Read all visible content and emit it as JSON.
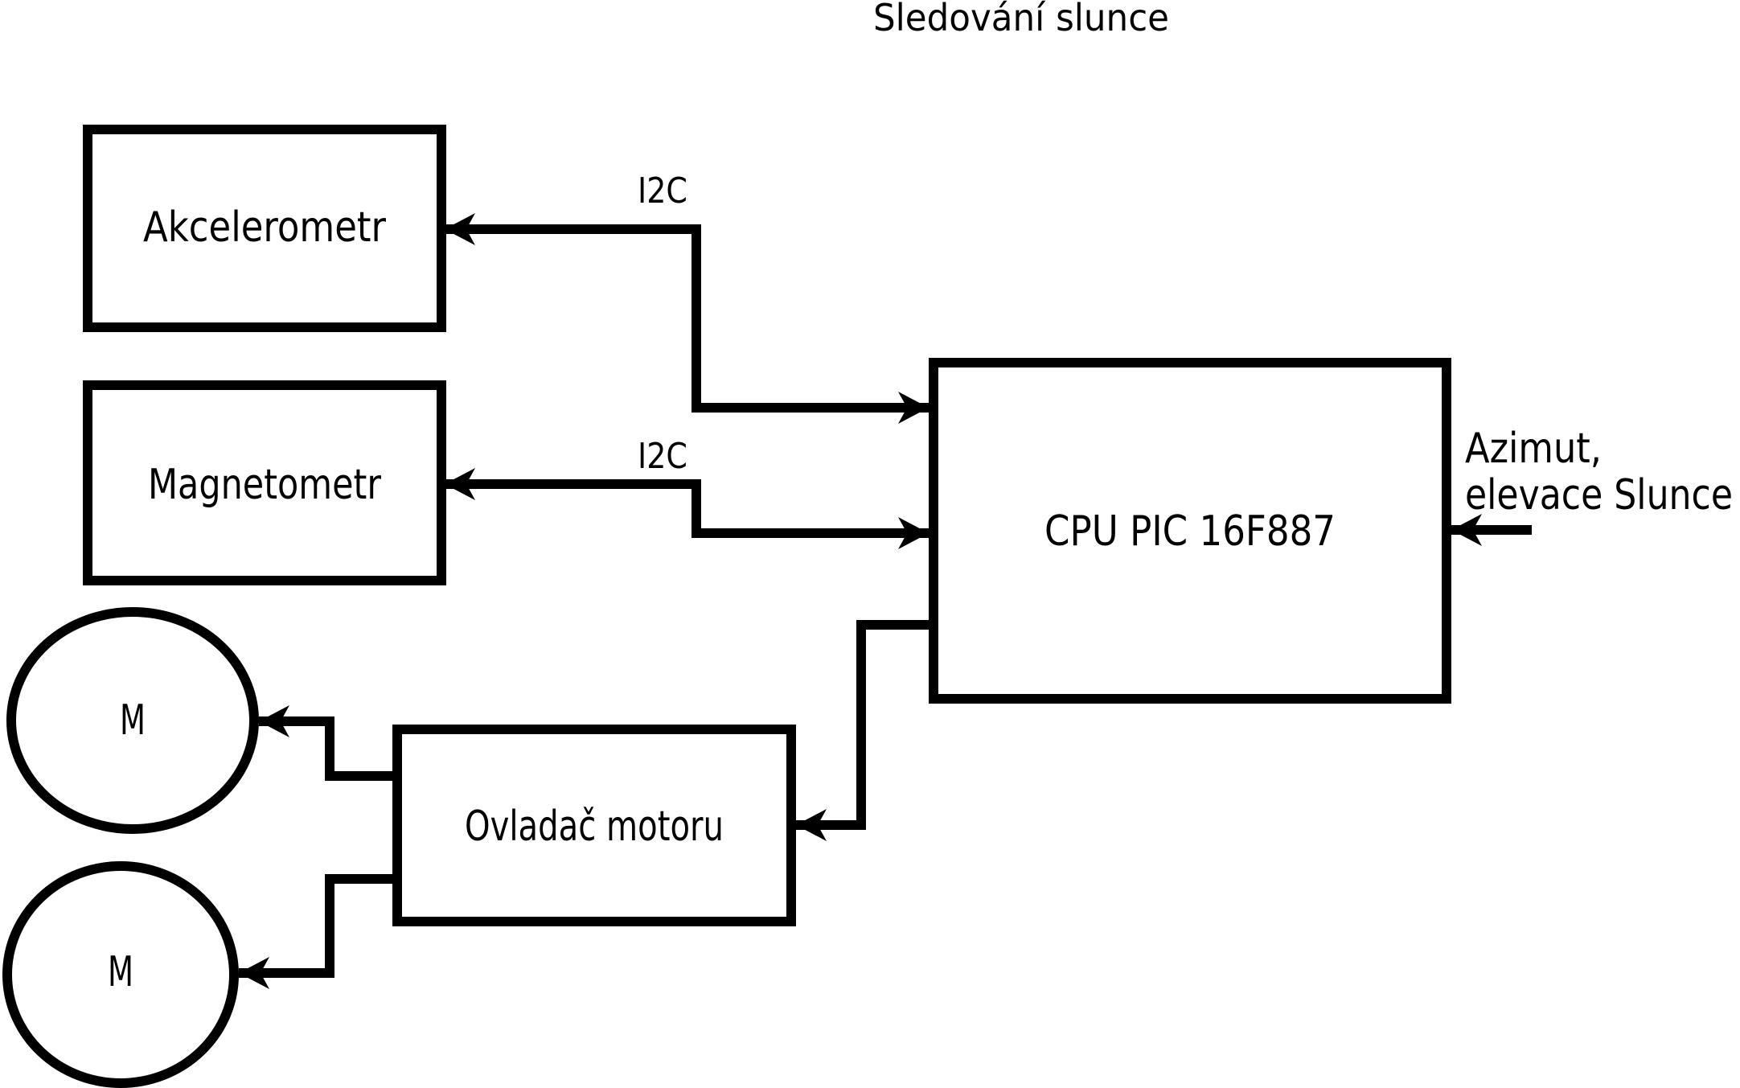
{
  "diagram": {
    "title": "Sledování slunce",
    "colors": {
      "ink": "#000000",
      "background": "#ffffff"
    },
    "nodes": [
      {
        "id": "akcelerometr",
        "label": "Akcelerometr",
        "shape": "rect"
      },
      {
        "id": "magnetometr",
        "label": "Magnetometr",
        "shape": "rect"
      },
      {
        "id": "cpu",
        "label": "CPU PIC 16F887",
        "shape": "rect"
      },
      {
        "id": "ovladac-motoru",
        "label": "Ovladač motoru",
        "shape": "rect"
      },
      {
        "id": "motor-1",
        "label": "M",
        "shape": "ellipse"
      },
      {
        "id": "motor-2",
        "label": "M",
        "shape": "ellipse"
      }
    ],
    "edges": [
      {
        "from": "cpu",
        "to": "akcelerometr",
        "label": "I2C"
      },
      {
        "from": "cpu",
        "to": "magnetometr",
        "label": "I2C"
      },
      {
        "from": "cpu",
        "to": "ovladac-motoru",
        "label": ""
      },
      {
        "from": "ovladac-motoru",
        "to": "motor-1",
        "label": ""
      },
      {
        "from": "ovladac-motoru",
        "to": "motor-2",
        "label": ""
      },
      {
        "from": "external-input",
        "to": "cpu",
        "label": ""
      }
    ],
    "annotations": [
      {
        "id": "azimut-line-1",
        "text": "Azimut,"
      },
      {
        "id": "azimut-line-2",
        "text": "elevace Slunce"
      }
    ]
  }
}
